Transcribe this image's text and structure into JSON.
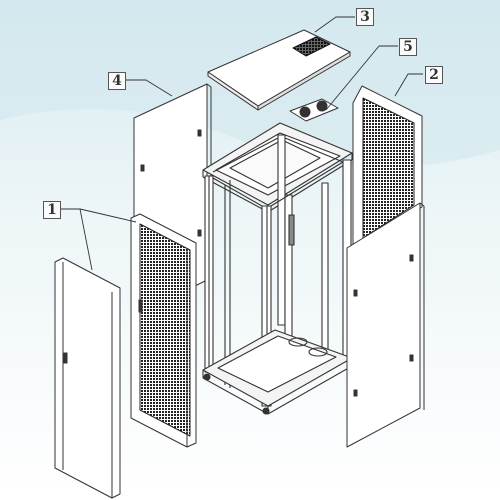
{
  "callouts": {
    "part_1": "1",
    "part_2": "2",
    "part_3": "3",
    "part_4": "4",
    "part_5": "5"
  },
  "colors": {
    "background_top": "#dfeff3",
    "background_bottom": "#ffffff",
    "line": "#333333",
    "panel_fill": "#ffffff",
    "mesh": "#222222"
  }
}
